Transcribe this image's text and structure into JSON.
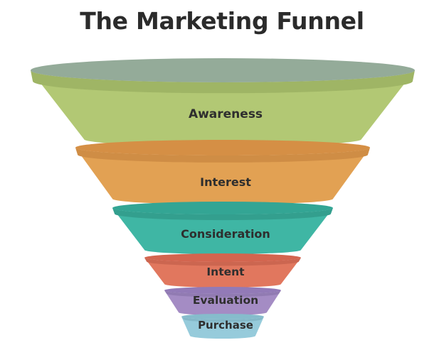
{
  "title": "The Marketing Funnel",
  "stages": [
    {
      "label": "Awareness",
      "color": "#b2c874",
      "top_color": "#94ab99",
      "shade": "#9fb565"
    },
    {
      "label": "Interest",
      "color": "#e2a153",
      "top_color": "#d58f45",
      "shade": "#cf8d45"
    },
    {
      "label": "Consideration",
      "color": "#3fb6a4",
      "top_color": "#33a594",
      "shade": "#339f8e"
    },
    {
      "label": "Intent",
      "color": "#e1775e",
      "top_color": "#d3654f",
      "shade": "#cc6650"
    },
    {
      "label": "Evaluation",
      "color": "#a48cc4",
      "top_color": "#927ab7",
      "shade": "#917bb2"
    },
    {
      "label": "Purchase",
      "color": "#96cbdb",
      "top_color": "#86bccc",
      "shade": "#84b8c8"
    }
  ]
}
